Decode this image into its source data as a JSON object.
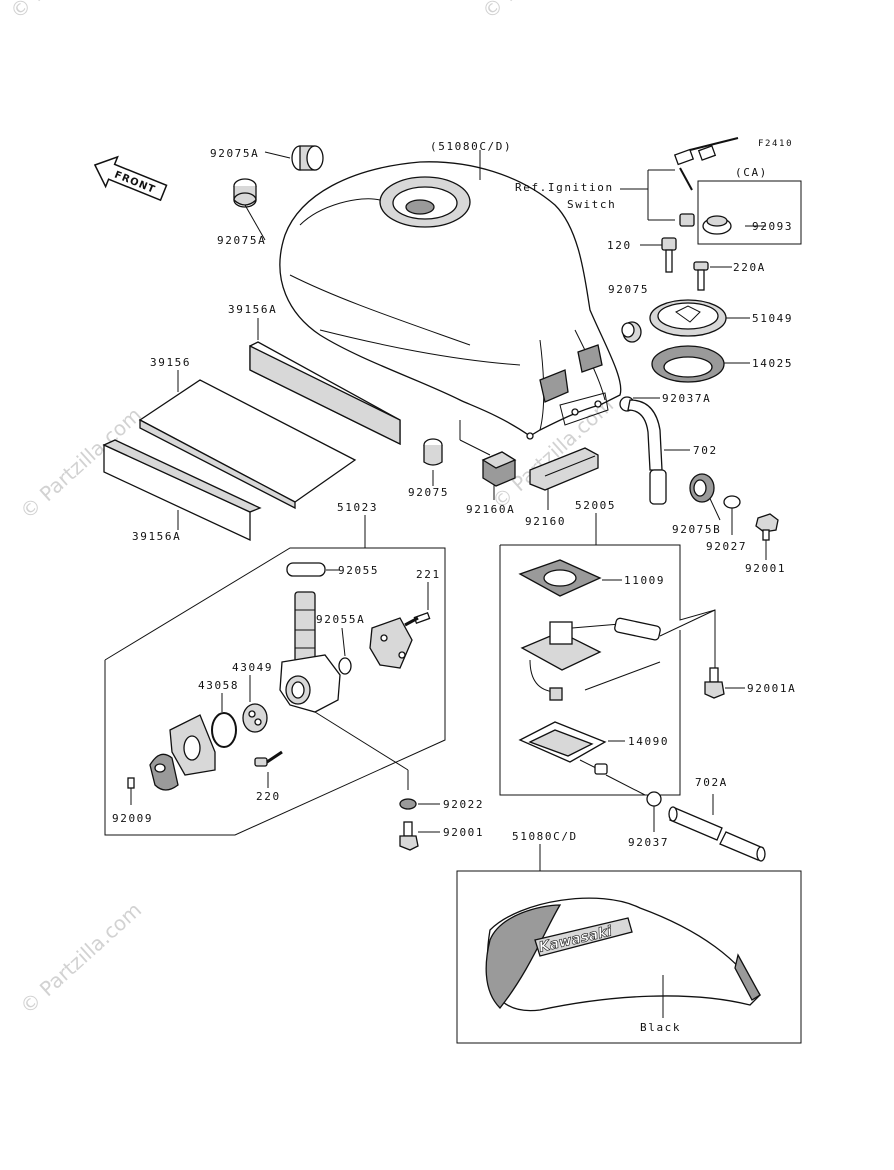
{
  "figure_code": "F2410",
  "front_label": "FRONT",
  "watermark": "© Partzilla.com",
  "labels": {
    "p92075A_top": "92075A",
    "p92075A_bottom": "92075A",
    "p51080CD_top": "(51080C/D)",
    "ref_ignition_line1": "Ref.Ignition",
    "ref_ignition_line2": "Switch",
    "ca": "(CA)",
    "p92093": "92093",
    "p120": "120",
    "p220A": "220A",
    "p92075_right": "92075",
    "p51049": "51049",
    "p14025": "14025",
    "p39156A_top": "39156A",
    "p39156": "39156",
    "p39156A_bottom": "39156A",
    "p92037A": "92037A",
    "p702": "702",
    "p92075_mid": "92075",
    "p92160A": "92160A",
    "p92160": "92160",
    "p92075B": "92075B",
    "p92027": "92027",
    "p92001_right": "92001",
    "p51023": "51023",
    "p52005": "52005",
    "p92055": "92055",
    "p221": "221",
    "p92055A": "92055A",
    "p43049": "43049",
    "p43058": "43058",
    "p11009": "11009",
    "p92001A": "92001A",
    "p14090": "14090",
    "p220": "220",
    "p92009": "92009",
    "p92022": "92022",
    "p92001_bottom": "92001",
    "p702A": "702A",
    "p92037": "92037",
    "p51080CD_bottom": "51080C/D",
    "black": "Black",
    "kawasaki": "Kawasaki"
  }
}
